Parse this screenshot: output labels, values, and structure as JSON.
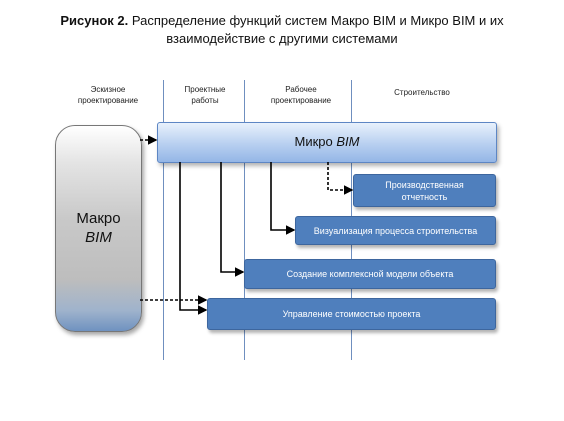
{
  "title": {
    "bold": "Рисунок 2.",
    "line1": " Распределение функций систем Макро BIM и Микро BIM и их",
    "line2": "взаимодействие с другими системами"
  },
  "phases": [
    {
      "line1": "Эскизное",
      "line2": "проектирование"
    },
    {
      "line1": "Проектные",
      "line2": "работы"
    },
    {
      "line1": "Рабочее",
      "line2": "проектирование"
    },
    {
      "line1": "Строительство",
      "line2": ""
    }
  ],
  "macro": {
    "line1": "Макро",
    "line2": "BIM"
  },
  "micro": {
    "prefix": "Микро ",
    "italic": "BIM"
  },
  "boxes": [
    {
      "line1": "Производственная",
      "line2": "отчетность"
    },
    {
      "line1": "Визуализация процесса строительства",
      "line2": ""
    },
    {
      "line1": "Создание комплексной модели объекта",
      "line2": ""
    },
    {
      "line1": "Управление стоимостью проекта",
      "line2": ""
    }
  ],
  "colors": {
    "box_fill": "#4f7fbd",
    "micro_fill": "#b7cff0",
    "phase_lines": "#6f8fbf"
  }
}
